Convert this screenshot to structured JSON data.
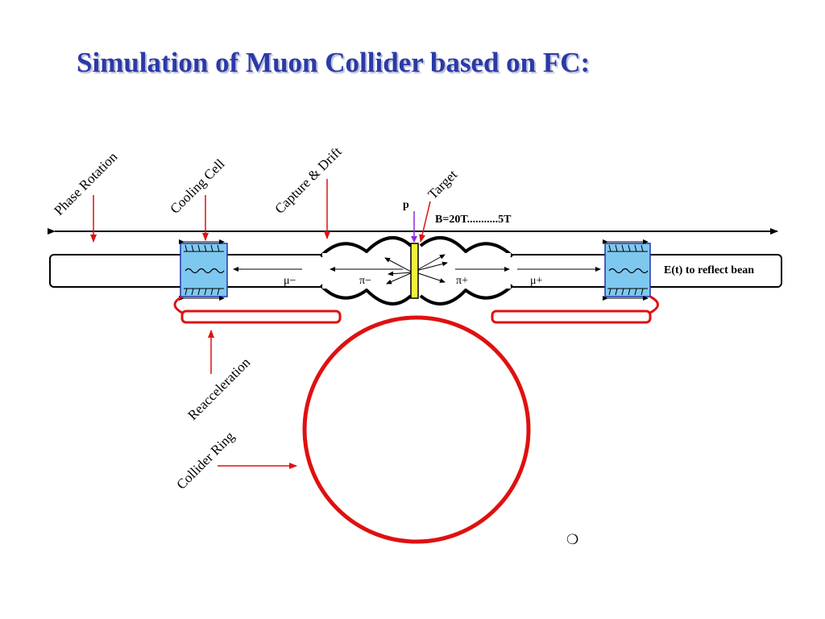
{
  "title": "Simulation of Muon Collider based on FC:",
  "labels": {
    "phase_rotation": "Phase Rotation",
    "cooling_cell": "Cooling Cell",
    "capture_drift": "Capture & Drift",
    "target": "Target",
    "proton": "p",
    "field": "B=20T...........5T",
    "reflect": "E(t) to reflect bean",
    "mu_minus": "μ−",
    "pi_minus": "π−",
    "pi_plus": "π+",
    "mu_plus": "μ+",
    "reacceleration": "Reacceleration",
    "collider_ring": "Collider Ring"
  },
  "bullet": "❍",
  "colors": {
    "title": "#2b3aa6",
    "arrow": "#e01010",
    "ring": "#e01010",
    "cell_fill": "#7ec8f0",
    "target_fill": "#f2f23c",
    "proton_arrow": "#8a2be2"
  }
}
